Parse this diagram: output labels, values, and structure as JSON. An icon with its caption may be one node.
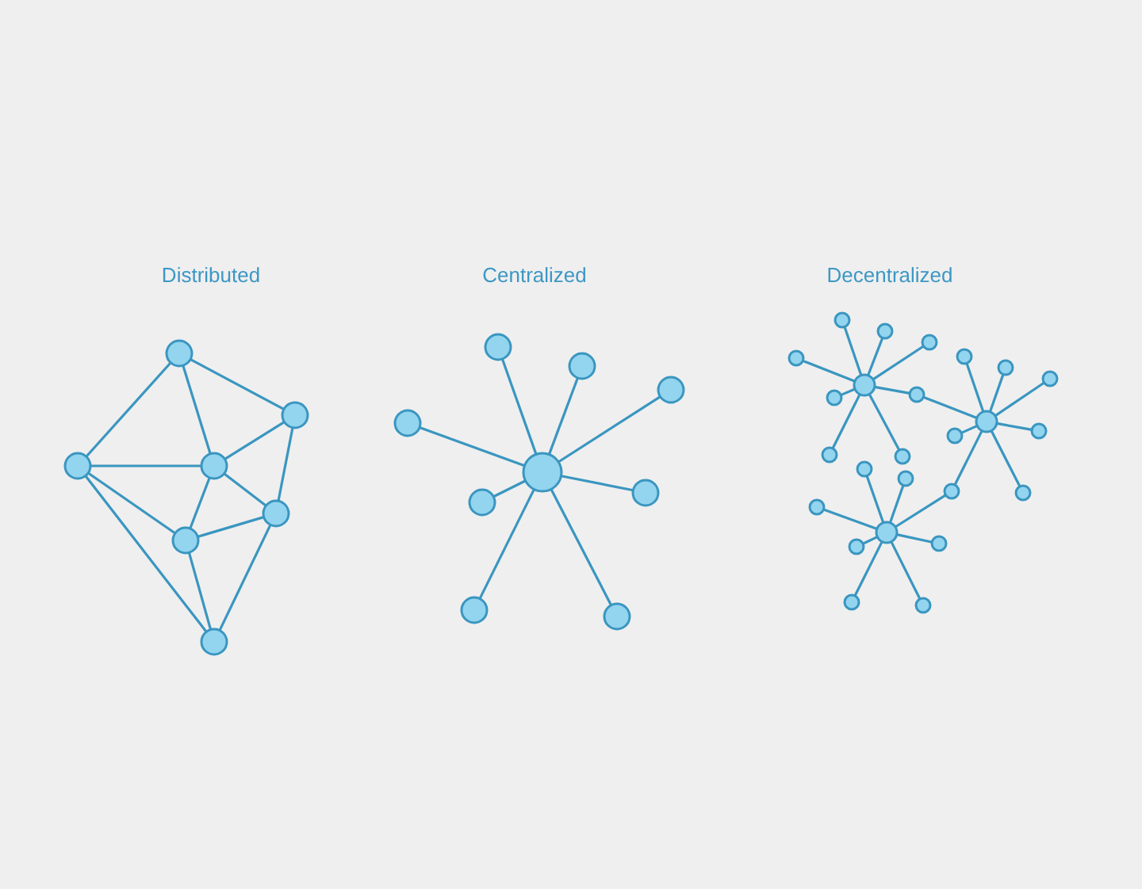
{
  "diagram": {
    "nodes": [
      {
        "text": [],
        "shape": "circle"
      },
      {
        "text": [],
        "shape": "circle"
      },
      {
        "text": [],
        "shape": "circle"
      },
      {
        "text": [],
        "shape": "circle"
      },
      {
        "text": [],
        "shape": "circle"
      },
      {
        "text": [],
        "shape": "circle"
      },
      {
        "text": [],
        "shape": "circle"
      },
      {
        "text": [],
        "shape": "circle"
      },
      {
        "text": [],
        "shape": "circle"
      },
      {
        "text": [],
        "shape": "circle"
      },
      {
        "text": [],
        "shape": "circle"
      },
      {
        "text": [],
        "shape": "circle"
      },
      {
        "text": [],
        "shape": "circle"
      },
      {
        "text": [],
        "shape": "circle"
      },
      {
        "text": [],
        "shape": "circle"
      },
      {
        "text": [],
        "shape": "circle"
      },
      {
        "text": [],
        "shape": "circle"
      },
      {
        "text": [],
        "shape": "circle"
      },
      {
        "text": [],
        "shape": "circle"
      },
      {
        "text": [],
        "shape": "circle"
      },
      {
        "text": [],
        "shape": "circle"
      },
      {
        "text": [],
        "shape": "circle"
      },
      {
        "text": [],
        "shape": "circle"
      },
      {
        "text": [],
        "shape": "circle"
      },
      {
        "text": [],
        "shape": "circle"
      },
      {
        "text": [],
        "shape": "circle"
      },
      {
        "text": [],
        "shape": "circle"
      },
      {
        "text": [],
        "shape": "circle"
      },
      {
        "text": [],
        "shape": "circle"
      },
      {
        "text": [],
        "shape": "circle"
      },
      {
        "text": [],
        "shape": "circle"
      },
      {
        "text": [],
        "shape": "circle"
      },
      {
        "text": [],
        "shape": "circle"
      },
      {
        "text": [],
        "shape": "circle"
      },
      {
        "text": [],
        "shape": "circle"
      },
      {
        "text": [],
        "shape": "circle"
      },
      {
        "text": [],
        "shape": "circle"
      },
      {
        "text": [],
        "shape": "circle"
      },
      {
        "text": [],
        "shape": "circle"
      },
      {
        "text": [],
        "shape": "circle"
      },
      {
        "text": [],
        "shape": "circle"
      }
    ],
    "edges": [
      {
        "from": 1,
        "to": 6,
        "arrow": "none"
      },
      {
        "from": 1,
        "to": 0,
        "arrow": "none"
      },
      {
        "from": 1,
        "to": 3,
        "arrow": "none"
      },
      {
        "from": 6,
        "to": 3,
        "arrow": "none"
      },
      {
        "from": 6,
        "to": 5,
        "arrow": "none"
      },
      {
        "from": 0,
        "to": 3,
        "arrow": "none"
      },
      {
        "from": 0,
        "to": 2,
        "arrow": "none"
      },
      {
        "from": 0,
        "to": 4,
        "arrow": "none"
      },
      {
        "from": 3,
        "to": 2,
        "arrow": "none"
      },
      {
        "from": 3,
        "to": 5,
        "arrow": "none"
      },
      {
        "from": 2,
        "to": 5,
        "arrow": "none"
      },
      {
        "from": 2,
        "to": 4,
        "arrow": "none"
      },
      {
        "from": 5,
        "to": 4,
        "arrow": "none"
      },
      {
        "from": 11,
        "to": 10,
        "arrow": "none"
      },
      {
        "from": 11,
        "to": 12,
        "arrow": "none"
      },
      {
        "from": 11,
        "to": 15,
        "arrow": "none"
      },
      {
        "from": 11,
        "to": 7,
        "arrow": "none"
      },
      {
        "from": 11,
        "to": 9,
        "arrow": "none"
      },
      {
        "from": 11,
        "to": 14,
        "arrow": "none"
      },
      {
        "from": 11,
        "to": 8,
        "arrow": "none"
      },
      {
        "from": 11,
        "to": 13,
        "arrow": "none"
      },
      {
        "from": 23,
        "to": 20,
        "arrow": "none"
      },
      {
        "from": 23,
        "to": 25,
        "arrow": "none"
      },
      {
        "from": 23,
        "to": 31,
        "arrow": "none"
      },
      {
        "from": 23,
        "to": 16,
        "arrow": "none"
      },
      {
        "from": 23,
        "to": 19,
        "arrow": "none"
      },
      {
        "from": 23,
        "to": 29,
        "arrow": "none"
      },
      {
        "from": 23,
        "to": 18,
        "arrow": "none"
      },
      {
        "from": 23,
        "to": 27,
        "arrow": "none"
      },
      {
        "from": 29,
        "to": 36,
        "arrow": "none"
      },
      {
        "from": 36,
        "to": 35,
        "arrow": "none"
      },
      {
        "from": 36,
        "to": 37,
        "arrow": "none"
      },
      {
        "from": 36,
        "to": 40,
        "arrow": "none"
      },
      {
        "from": 36,
        "to": 34,
        "arrow": "none"
      },
      {
        "from": 36,
        "to": 39,
        "arrow": "none"
      },
      {
        "from": 36,
        "to": 38,
        "arrow": "none"
      },
      {
        "from": 36,
        "to": 33,
        "arrow": "none"
      },
      {
        "from": 33,
        "to": 26,
        "arrow": "none"
      },
      {
        "from": 26,
        "to": 24,
        "arrow": "none"
      },
      {
        "from": 26,
        "to": 28,
        "arrow": "none"
      },
      {
        "from": 26,
        "to": 17,
        "arrow": "none"
      },
      {
        "from": 26,
        "to": 22,
        "arrow": "none"
      },
      {
        "from": 26,
        "to": 32,
        "arrow": "none"
      },
      {
        "from": 26,
        "to": 21,
        "arrow": "none"
      },
      {
        "from": 26,
        "to": 30,
        "arrow": "none"
      }
    ],
    "labels": [
      "Distributed",
      "Centralized",
      "Decentralized"
    ]
  }
}
